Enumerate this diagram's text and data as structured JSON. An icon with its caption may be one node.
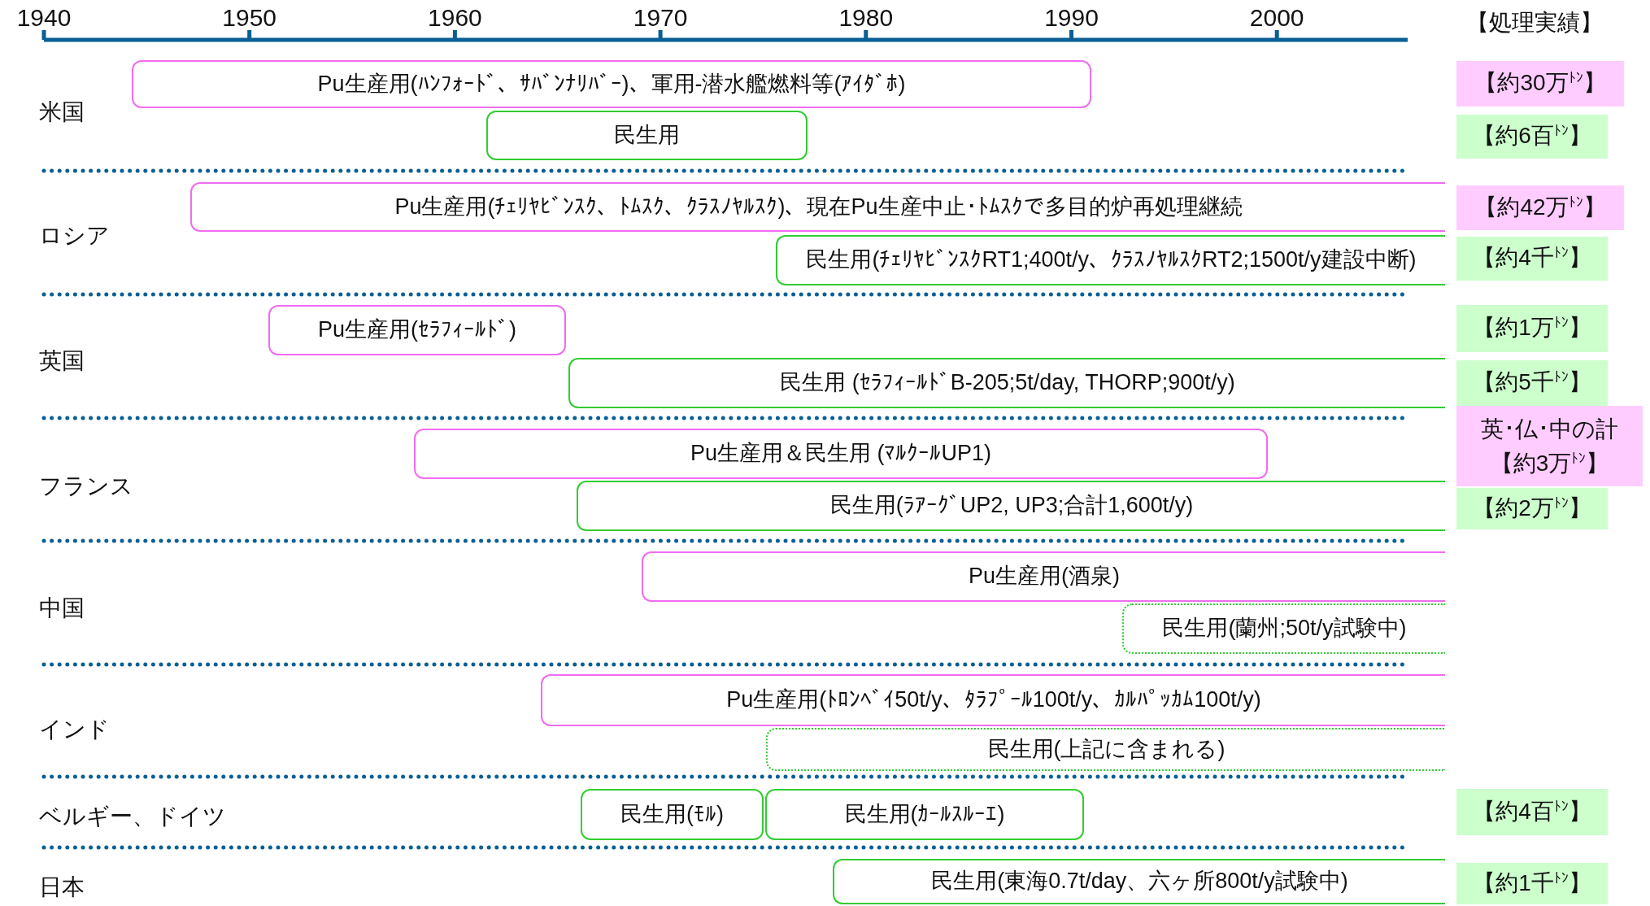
{
  "diagram": {
    "nodes": [
      {
        "text": [
          "Pu生産用(ﾊﾝﾌｫｰﾄﾞ、ｻﾊﾞﾝﾅﾘﾊﾞｰ)、軍用-潜水艦燃料等(ｱｲﾀﾞﾎ)"
        ]
      },
      {
        "text": [
          "【約30万$^{ﾄﾝ}$】"
        ]
      },
      {
        "text": [
          "民生用"
        ]
      },
      {
        "text": [
          "【約6百$^{ﾄﾝ}$】"
        ]
      },
      {
        "text": [
          "Pu生産用(ﾁｪﾘﾔﾋﾞﾝｽｸ、ﾄﾑｽｸ、ｸﾗｽﾉﾔﾙｽｸ)、現在Pu生産中止･ﾄﾑｽｸで多目的炉再処理継続"
        ]
      },
      {
        "text": [
          "【約42万$^{ﾄﾝ}$】"
        ]
      },
      {
        "text": [
          "民生用(ﾁｪﾘﾔﾋﾞﾝｽｸRT1;400t/y、ｸﾗｽﾉﾔﾙｽｸRT2;1500t/y建設中断)"
        ]
      },
      {
        "text": [
          "【約4千$^{ﾄﾝ}$】"
        ]
      },
      {
        "text": [
          "Pu生産用(ｾﾗﾌｨｰﾙﾄﾞ)"
        ]
      },
      {
        "text": [
          "【約1万$^{ﾄﾝ}$】"
        ]
      },
      {
        "text": [
          "民生用 (ｾﾗﾌｨｰﾙﾄﾞB-205;5t/day, THORP;900t/y)"
        ]
      },
      {
        "text": [
          "【約5千$^{ﾄﾝ}$】"
        ]
      },
      {
        "text": [
          "Pu生産用＆民生用 (ﾏﾙｸｰﾙUP1)"
        ]
      },
      {
        "text": [
          "英･仏･中の計",
          "【約3万$^{ﾄﾝ}$】"
        ]
      },
      {
        "text": [
          "民生用(ﾗｱｰｸﾞUP2, UP3;合計1,600t/y)"
        ]
      },
      {
        "text": [
          "【約2万$^{ﾄﾝ}$】"
        ]
      },
      {
        "text": [
          "Pu生産用(酒泉)"
        ]
      },
      {
        "text": [
          "民生用(蘭州;50t/y試験中)"
        ]
      },
      {
        "text": [
          "Pu生産用(ﾄﾛﾝﾍﾞｲ50t/y、ﾀﾗﾌﾟｰﾙ100t/y、ｶﾙﾊﾟｯｶﾑ100t/y)"
        ]
      },
      {
        "text": [
          "民生用(上記に含まれる)"
        ]
      },
      {
        "text": [
          "民生用(ﾓﾙ)"
        ]
      },
      {
        "text": [
          "民生用(ｶｰﾙｽﾙｰｴ)"
        ]
      },
      {
        "text": [
          "【約4百$^{ﾄﾝ}$】"
        ]
      },
      {
        "text": [
          "民生用(東海0.7t/day、六ヶ所800t/y試験中)"
        ]
      },
      {
        "text": [
          "【約1千$^{ﾄﾝ}$】"
        ]
      }
    ],
    "edges": [],
    "labels": [
      "1940",
      "1950",
      "1960",
      "1970",
      "1980",
      "1990",
      "2000",
      "【処理実績】",
      "米国",
      "ロシア",
      "英国",
      "フランス",
      "中国",
      "インド",
      "ベルギー、ドイツ",
      "日本"
    ]
  }
}
